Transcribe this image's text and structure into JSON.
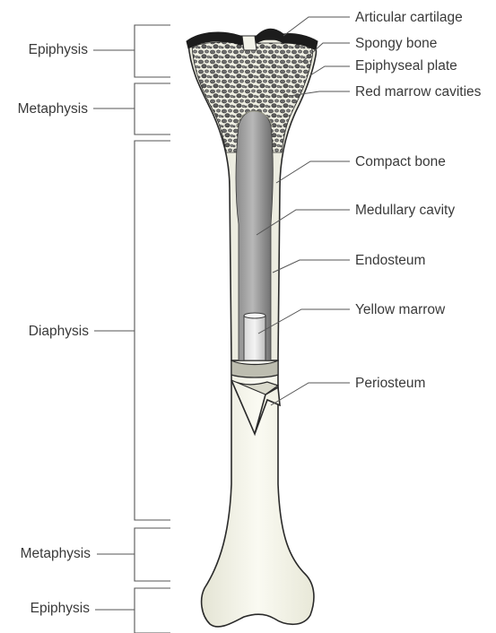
{
  "colors": {
    "background": "#ffffff",
    "bone_surface": "#f7f6ee",
    "bone_shaft_cut": "#eaeadb",
    "cartilage": "#1c1c1c",
    "marrow_red": "#7a7a7a",
    "marrow_yellow": "#c9c9c9",
    "line": "#555555",
    "text": "#3a3a3a"
  },
  "regions": [
    {
      "key": "epiphysis_top",
      "label": "Epiphysis"
    },
    {
      "key": "metaphysis_top",
      "label": "Metaphysis"
    },
    {
      "key": "diaphysis",
      "label": "Diaphysis"
    },
    {
      "key": "metaphysis_bottom",
      "label": "Metaphysis"
    },
    {
      "key": "epiphysis_bottom",
      "label": "Epiphysis"
    }
  ],
  "structures": [
    {
      "key": "articular_cartilage",
      "label": "Articular cartilage"
    },
    {
      "key": "spongy_bone",
      "label": "Spongy bone"
    },
    {
      "key": "epiphyseal_plate",
      "label": "Epiphyseal plate"
    },
    {
      "key": "red_marrow_cavities",
      "label": "Red marrow cavities"
    },
    {
      "key": "compact_bone",
      "label": "Compact bone"
    },
    {
      "key": "medullary_cavity",
      "label": "Medullary cavity"
    },
    {
      "key": "endosteum",
      "label": "Endosteum"
    },
    {
      "key": "yellow_marrow",
      "label": "Yellow marrow"
    },
    {
      "key": "periosteum",
      "label": "Periosteum"
    }
  ]
}
